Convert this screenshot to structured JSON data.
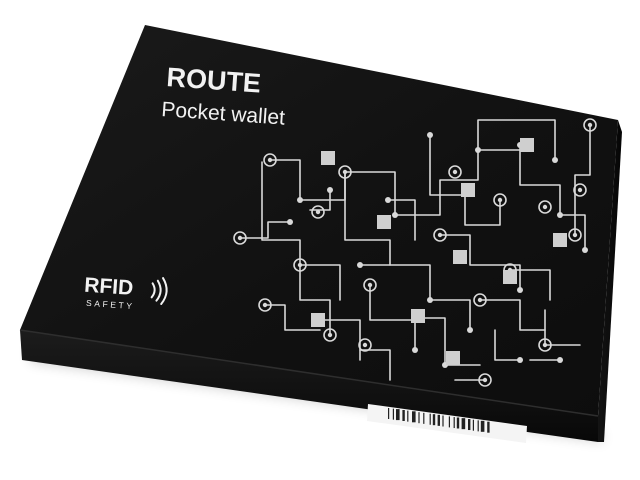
{
  "product": {
    "title": "ROUTE",
    "subtitle": "Pocket wallet",
    "badge_main": "RFID",
    "badge_sub": "SAFETY"
  },
  "colors": {
    "background": "#ffffff",
    "box_top": "#121212",
    "box_side": "#0b0b0b",
    "print": "#d9d9d9",
    "text": "#f2f2f2"
  },
  "icons": {
    "rfid_waves": "wireless-waves-icon",
    "circuit": "circuit-pattern-illustration"
  }
}
